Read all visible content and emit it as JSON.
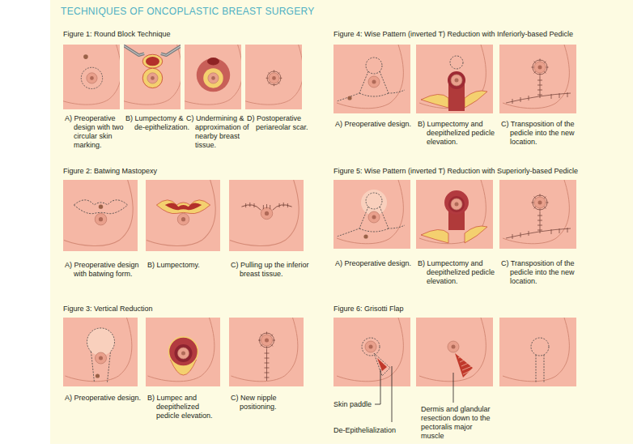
{
  "diagram": {
    "title": "TECHNIQUES OF ONCOPLASTIC BREAST SURGERY",
    "nodes": [
      {
        "text": [
          "A) Preoperative design with two circular skin marking."
        ]
      },
      {
        "text": [
          "B) Lumpectomy & de-epithelization."
        ]
      },
      {
        "text": [
          "C) Undermining & approximation of nearby breast tissue."
        ]
      },
      {
        "text": [
          "D) Postoperative periareolar scar."
        ]
      },
      {
        "text": [
          "A) Preoperative design with batwing form."
        ]
      },
      {
        "text": [
          "B) Lumpectomy."
        ]
      },
      {
        "text": [
          "C) Pulling up the inferior breast tissue."
        ]
      },
      {
        "text": [
          "A) Preoperative design."
        ]
      },
      {
        "text": [
          "B) Lumpec and deepithelized pedicle elevation."
        ]
      },
      {
        "text": [
          "C) New nipple positioning."
        ]
      },
      {
        "text": [
          "A) Preoperative design."
        ]
      },
      {
        "text": [
          "B) Lumpectomy and deepithelized pedicle elevation."
        ]
      },
      {
        "text": [
          "C) Transposition of the pedicle into the new location."
        ]
      },
      {
        "text": [
          "A) Preoperative design."
        ]
      },
      {
        "text": [
          "B) Lumpectomy and deepithelized pedicle elevation."
        ]
      },
      {
        "text": [
          "C) Transposition of the pedicle into the new location."
        ]
      },
      {
        "text": [
          "Skin paddle",
          "De-Epithelialization"
        ]
      },
      {
        "text": [
          "Dermis and glandular resection down to the pectoralis major muscle"
        ]
      }
    ],
    "labels": [
      "Figure 1: Round Block Technique",
      "Figure 2: Batwing Mastopexy",
      "Figure 3: Vertical Reduction",
      "Figure 4: Wise Pattern (inverted T) Reduction with Inferiorly-based Pedicle",
      "Figure 5: Wise Pattern (inverted T) Reduction with Superiorly-based Pedicle",
      "Figure 6: Grisotti Flap"
    ]
  }
}
